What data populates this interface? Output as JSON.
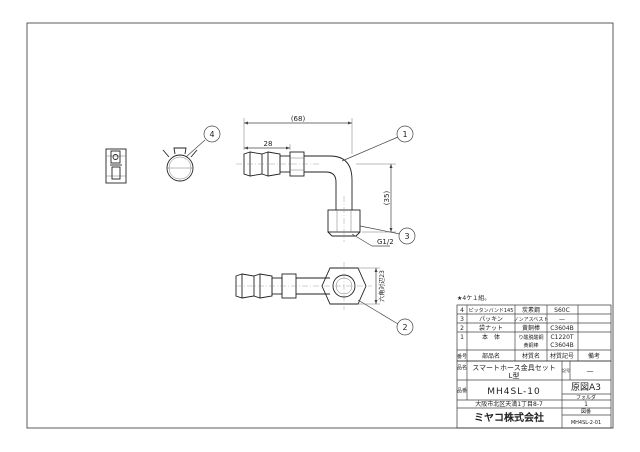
{
  "drawing": {
    "balloons": [
      "1",
      "2",
      "3",
      "4"
    ],
    "dimensions": {
      "overall_length": "(68)",
      "hose_length": "28",
      "height": "(35)",
      "thread": "G1/2",
      "hex": "六角対辺23"
    }
  },
  "notes": {
    "prefix": "★",
    "text": "4ケ１組。"
  },
  "parts_table": {
    "rows": [
      {
        "no": "4",
        "name": "ピッタンバンド145",
        "material": "炭素鋼",
        "code": "S60C"
      },
      {
        "no": "3",
        "name": "パッキン",
        "material": "ノンアスベスト",
        "code": "—"
      },
      {
        "no": "2",
        "name": "袋ナット",
        "material": "黄銅棒",
        "code": "C3604B"
      },
      {
        "no": "1",
        "name": "本　体",
        "material": "り酸脱酸銅\n黄銅棒",
        "code": "C1220T\nC3604B"
      }
    ],
    "header": {
      "no": "番号",
      "name": "部品名",
      "material": "材質名",
      "code": "材質記号",
      "note": "備考"
    }
  },
  "title_block": {
    "name_label": "品名",
    "product_name": "スマートホース金具セット",
    "product_subname": "L型",
    "symbol_label": "記号",
    "symbol_value": "—",
    "code_label": "品番",
    "product_code": "MH4SL-10",
    "original": "原図A3",
    "folder_label": "フォルダ",
    "folder_value": "1",
    "drawing_no_label": "図番",
    "drawing_no": "MH4SL-2-01",
    "address": "大阪市北区天満1丁目8-7",
    "company": "ミヤコ株式会社"
  }
}
